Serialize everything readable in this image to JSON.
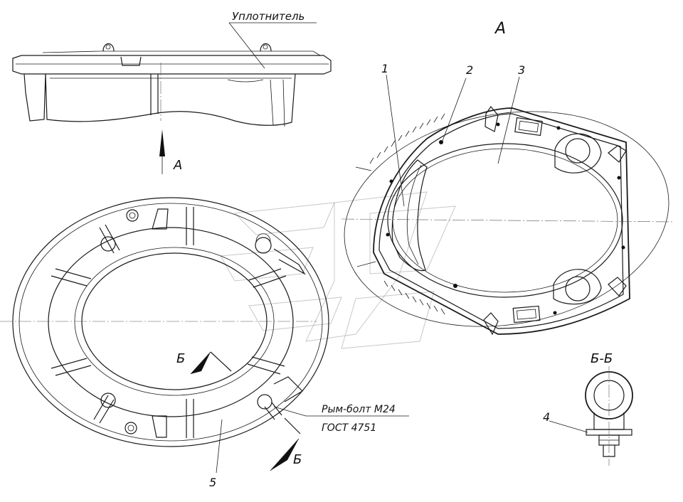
{
  "labels": {
    "seal": "Уплотнитель",
    "view_a_title": "А",
    "view_a_arrow": "А",
    "section_mark_top": "Б",
    "section_mark_bottom": "Б",
    "section_title": "Б-Б",
    "eyebolt_line1": "Рым-болт М24",
    "eyebolt_line2": "ГОСТ 4751"
  },
  "callouts": [
    "1",
    "2",
    "3",
    "4",
    "5"
  ],
  "colors": {
    "line": "#1a1a1a",
    "watermark": "#9a9a9a",
    "background": "#ffffff"
  }
}
